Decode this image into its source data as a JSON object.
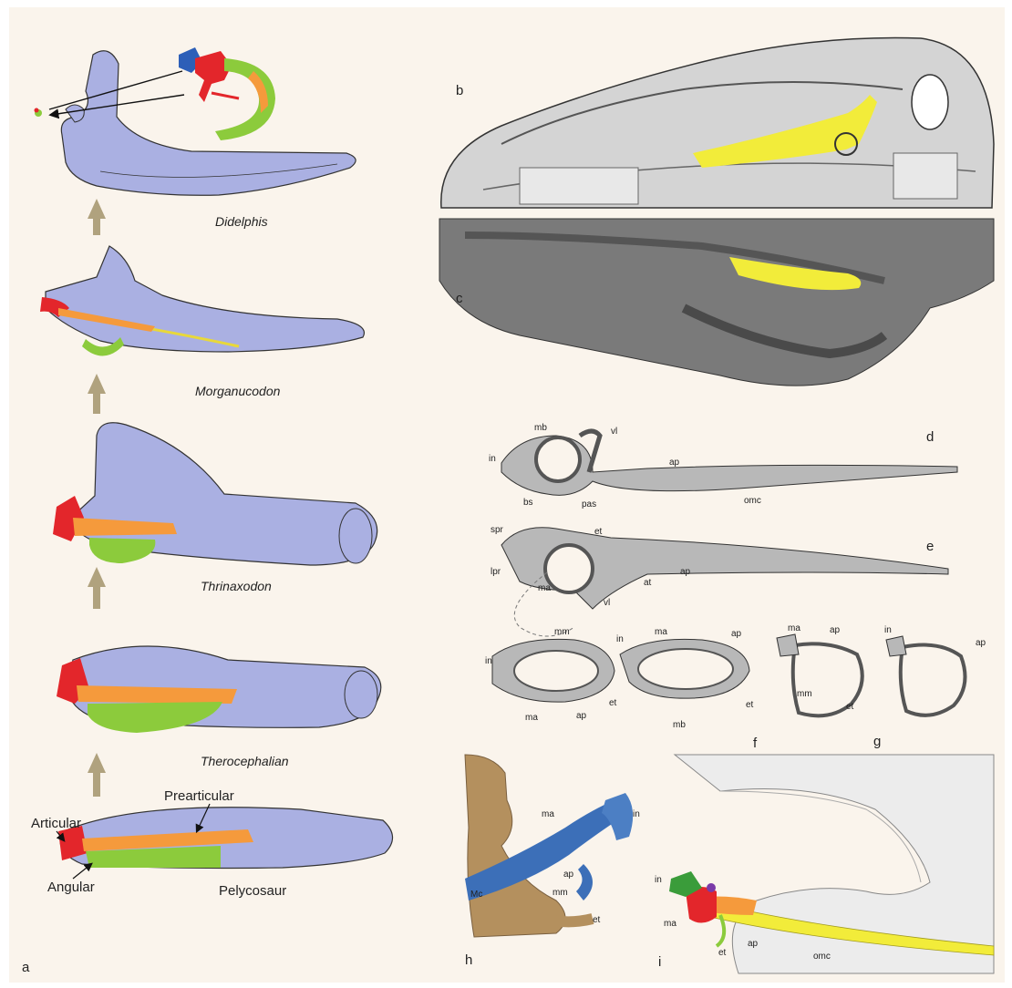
{
  "colors": {
    "background": "#faf4ec",
    "jaw": "#aab0e2",
    "articular": "#e3262b",
    "prearticular": "#f59a3c",
    "angular": "#8ccb3c",
    "incus": "#2d5fb8",
    "omc": "#f2ec3a",
    "arrow": "#b0a27e",
    "cartilage_blue": "#3c6fb8",
    "bone_tan": "#b4905e"
  },
  "panel_a": {
    "letter": "a",
    "taxa": [
      "Didelphis",
      "Morganucodon",
      "Thrinaxodon",
      "Therocephalian",
      "Pelycosaur"
    ],
    "bone_labels": {
      "articular": "Articular",
      "prearticular": "Prearticular",
      "angular": "Angular"
    }
  },
  "panel_letters": {
    "b": "b",
    "c": "c",
    "d": "d",
    "e": "e",
    "f": "f",
    "g": "g",
    "h": "h",
    "i": "i"
  },
  "panel_d_labels": {
    "mb": "mb",
    "vl": "vl",
    "in": "in",
    "ap": "ap",
    "bs": "bs",
    "pas": "pas",
    "omc": "omc"
  },
  "panel_e_labels": {
    "spr": "spr",
    "et": "et",
    "lpr": "lpr",
    "ma": "ma",
    "at": "at",
    "ap": "ap",
    "vl": "vl"
  },
  "panel_f_labels": {
    "in1": "in",
    "mm": "mm",
    "ma1": "ma",
    "ap1": "ap",
    "et1": "et",
    "in2": "in",
    "ma2": "ma",
    "ap2": "ap",
    "mb": "mb",
    "et2": "et"
  },
  "panel_g_labels": {
    "ma": "ma",
    "ap1": "ap",
    "in2": "in",
    "ap2": "ap",
    "mm": "mm",
    "et": "et"
  },
  "panel_h_labels": {
    "ma": "ma",
    "in": "in",
    "ap": "ap",
    "mm": "mm",
    "mc": "Mc",
    "et": "et"
  },
  "panel_i_labels": {
    "in": "in",
    "ma": "ma",
    "et": "et",
    "ap": "ap",
    "omc": "omc"
  }
}
